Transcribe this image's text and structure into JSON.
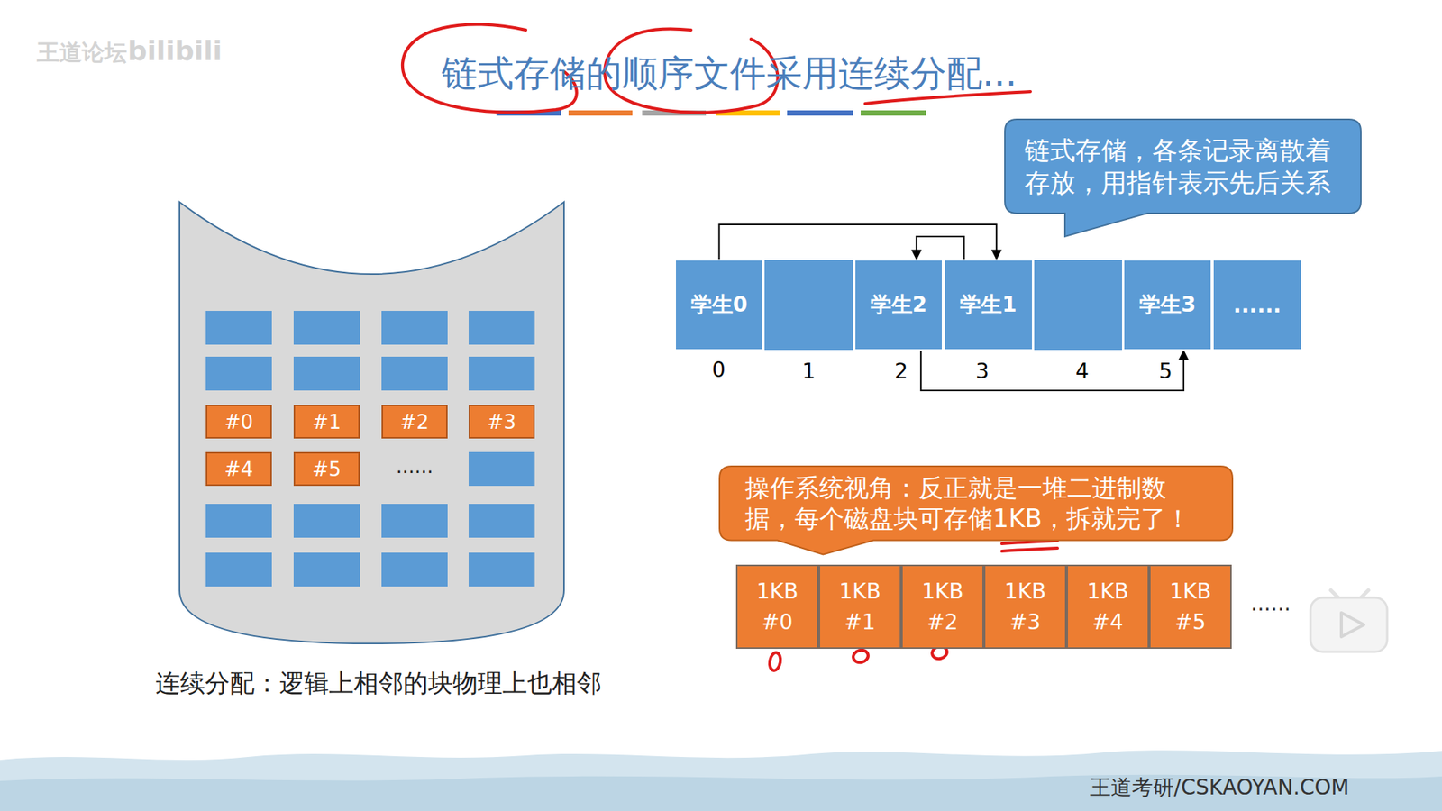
{
  "diagram": {
    "title": "链式存储的顺序文件采用连续分配...",
    "caption": "连续分配：逻辑上相邻的块物理上也相邻",
    "nodes": [
      {
        "text": [
          "链式存储，各条记录离散着存放，用指针表示先后关系"
        ]
      },
      {
        "text": [
          "学生0"
        ]
      },
      {
        "text": [
          "学生2"
        ]
      },
      {
        "text": [
          "学生1"
        ]
      },
      {
        "text": [
          "学生3"
        ]
      },
      {
        "text": [
          "......"
        ]
      },
      {
        "text": [
          "#0"
        ]
      },
      {
        "text": [
          "#1"
        ]
      },
      {
        "text": [
          "#2"
        ]
      },
      {
        "text": [
          "#3"
        ]
      },
      {
        "text": [
          "#4"
        ]
      },
      {
        "text": [
          "#5"
        ]
      },
      {
        "text": [
          "操作系统视角：反正就是一堆二进制数据，每个磁盘块可存储1KB，拆就完了！"
        ]
      },
      {
        "text": [
          "1KB",
          "#0"
        ]
      },
      {
        "text": [
          "1KB",
          "#1"
        ]
      },
      {
        "text": [
          "1KB",
          "#2"
        ]
      },
      {
        "text": [
          "1KB",
          "#3"
        ]
      },
      {
        "text": [
          "1KB",
          "#4"
        ]
      },
      {
        "text": [
          "1KB",
          "#5"
        ]
      }
    ],
    "edges": [
      {
        "from": 1,
        "to": 3,
        "arrow": "to"
      },
      {
        "from": 3,
        "to": 2,
        "arrow": "to"
      },
      {
        "from": 2,
        "to": 4,
        "arrow": "to"
      }
    ],
    "labels": [
      "王道论坛",
      "bilibili",
      "0",
      "1",
      "2",
      "3",
      "4",
      "5",
      "......",
      "......",
      "王道考研/CSKAOYAN.COM"
    ]
  }
}
